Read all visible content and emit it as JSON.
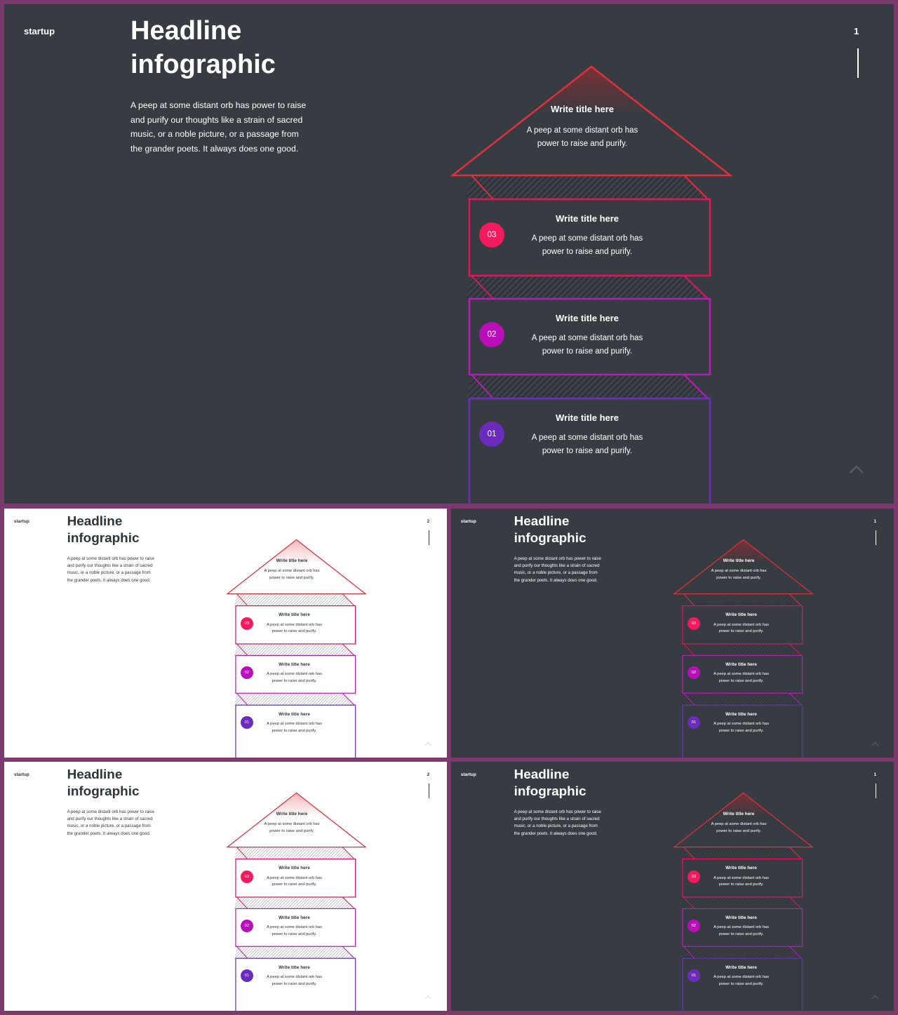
{
  "colors": {
    "frame": "#7a3a6e",
    "dark_bg": "#363c42",
    "light_bg": "#ffffff",
    "triangle_stroke": "#e0303c",
    "card3": "#e4145c",
    "card2": "#b81cb8",
    "card1": "#6a30b8",
    "badge3": "#f5195e",
    "badge2": "#b90eb9",
    "badge1": "#6b2cbd"
  },
  "slides": [
    {
      "theme": "dark",
      "brand": "startup",
      "headline": [
        "Headline",
        "infographic"
      ],
      "body": "A peep at some distant orb has power to raise and purify our thoughts like a strain of sacred music, or a noble picture, or a passage from the grander poets. It always does one good.",
      "page_number": "1",
      "triangle": {
        "title": "Write title here",
        "text": "A peep at some distant orb has power to raise and purify."
      },
      "cards": [
        {
          "badge": "03",
          "title": "Write title here",
          "text": "A peep at some distant orb has power to raise and purify."
        },
        {
          "badge": "02",
          "title": "Write title here",
          "text": "A peep at some distant orb has power to raise and purify."
        },
        {
          "badge": "01",
          "title": "Write title here",
          "text": "A peep at some distant orb has power to raise and purify."
        }
      ],
      "nav_icon": "chevron-up-icon"
    },
    {
      "theme": "light",
      "brand": "startup",
      "headline": [
        "Headline",
        "infographic"
      ],
      "body": "A peep at some distant orb has power to raise and purify our thoughts like a strain of sacred music, or a noble picture, or a passage from the grander poets. It always does one good.",
      "page_number": "2",
      "triangle": {
        "title": "Write title here",
        "text": "A peep at some distant orb has power to raise and purify."
      },
      "cards": [
        {
          "badge": "03",
          "title": "Write title here",
          "text": "A peep at some distant orb has power to raise and purify."
        },
        {
          "badge": "02",
          "title": "Write title here",
          "text": "A peep at some distant orb has power to raise and purify."
        },
        {
          "badge": "01",
          "title": "Write title here",
          "text": "A peep at some distant orb has power to raise and purify."
        }
      ],
      "nav_icon": "chevron-up-icon"
    },
    {
      "theme": "dark",
      "brand": "startup",
      "headline": [
        "Headline",
        "infographic"
      ],
      "body": "A peep at some distant orb has power to raise and purify our thoughts like a strain of sacred music, or a noble picture, or a passage from the grander poets. It always does one good.",
      "page_number": "1",
      "triangle": {
        "title": "Write title here",
        "text": "A peep at some distant orb has power to raise and purify."
      },
      "cards": [
        {
          "badge": "03",
          "title": "Write title here",
          "text": "A peep at some distant orb has power to raise and purify."
        },
        {
          "badge": "02",
          "title": "Write title here",
          "text": "A peep at some distant orb has power to raise and purify."
        },
        {
          "badge": "01",
          "title": "Write title here",
          "text": "A peep at some distant orb has power to raise and purify."
        }
      ],
      "nav_icon": "chevron-up-icon"
    },
    {
      "theme": "light",
      "brand": "startup",
      "headline": [
        "Headline",
        "infographic"
      ],
      "body": "A peep at some distant orb has power to raise and purify our thoughts like a strain of sacred music, or a noble picture, or a passage from the grander poets. It always does one good.",
      "page_number": "2",
      "triangle": {
        "title": "Write title here",
        "text": "A peep at some distant orb has power to raise and purify."
      },
      "cards": [
        {
          "badge": "03",
          "title": "Write title here",
          "text": "A peep at some distant orb has power to raise and purify."
        },
        {
          "badge": "02",
          "title": "Write title here",
          "text": "A peep at some distant orb has power to raise and purify."
        },
        {
          "badge": "01",
          "title": "Write title here",
          "text": "A peep at some distant orb has power to raise and purify."
        }
      ],
      "nav_icon": "chevron-up-icon"
    },
    {
      "theme": "dark",
      "brand": "startup",
      "headline": [
        "Headline",
        "infographic"
      ],
      "body": "A peep at some distant orb has power to raise and purify our thoughts like a strain of sacred music, or a noble picture, or a passage from the grander poets. It always does one good.",
      "page_number": "1",
      "triangle": {
        "title": "Write title here",
        "text": "A peep at some distant orb has power to raise and purify."
      },
      "cards": [
        {
          "badge": "03",
          "title": "Write title here",
          "text": "A peep at some distant orb has power to raise and purify."
        },
        {
          "badge": "02",
          "title": "Write title here",
          "text": "A peep at some distant orb has power to raise and purify."
        },
        {
          "badge": "01",
          "title": "Write title here",
          "text": "A peep at some distant orb has power to raise and purify."
        }
      ],
      "nav_icon": "chevron-up-icon"
    }
  ]
}
